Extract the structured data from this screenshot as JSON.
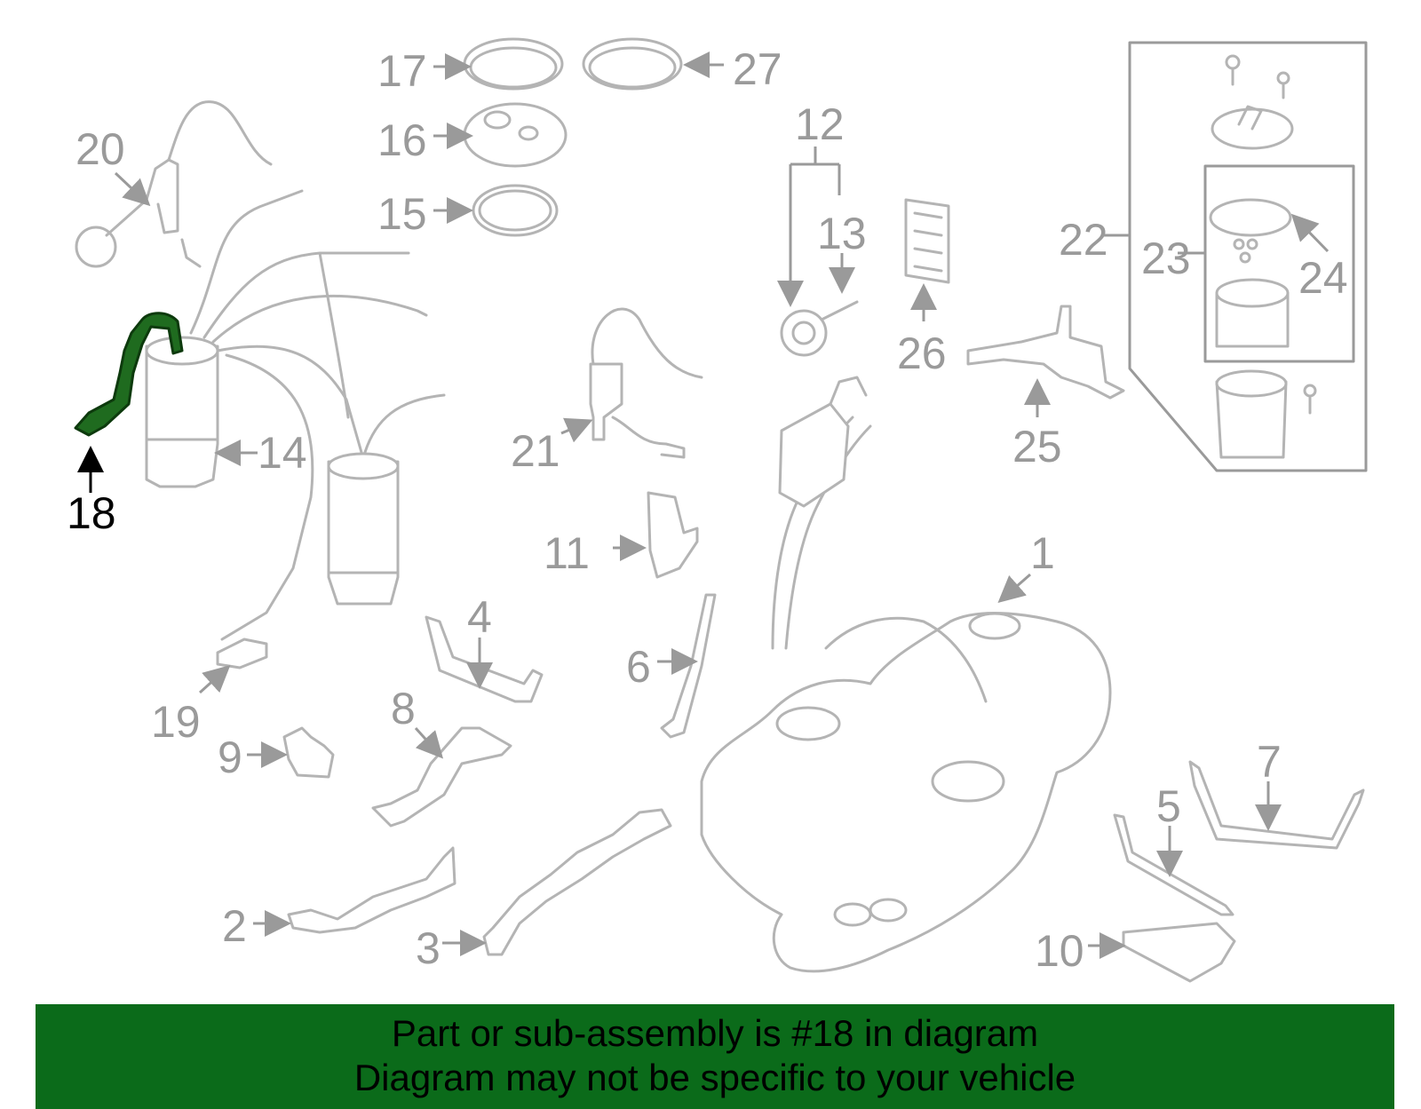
{
  "diagram": {
    "highlighted_part": "18",
    "highlight_color": "#1f6b1f",
    "part_line_color": "#b4b4b4",
    "callouts": {
      "c1": "1",
      "c2": "2",
      "c3": "3",
      "c4": "4",
      "c5": "5",
      "c6": "6",
      "c7": "7",
      "c8": "8",
      "c9": "9",
      "c10": "10",
      "c11": "11",
      "c12": "12",
      "c13": "13",
      "c14": "14",
      "c15": "15",
      "c16": "16",
      "c17": "17",
      "c18": "18",
      "c19": "19",
      "c20": "20",
      "c21": "21",
      "c22": "22",
      "c23": "23",
      "c24": "24",
      "c25": "25",
      "c26": "26",
      "c27": "27"
    }
  },
  "banner": {
    "background": "#0b6b1a",
    "line1": "Part or sub-assembly is #18 in diagram",
    "line2": "Diagram may not be specific to your vehicle"
  }
}
